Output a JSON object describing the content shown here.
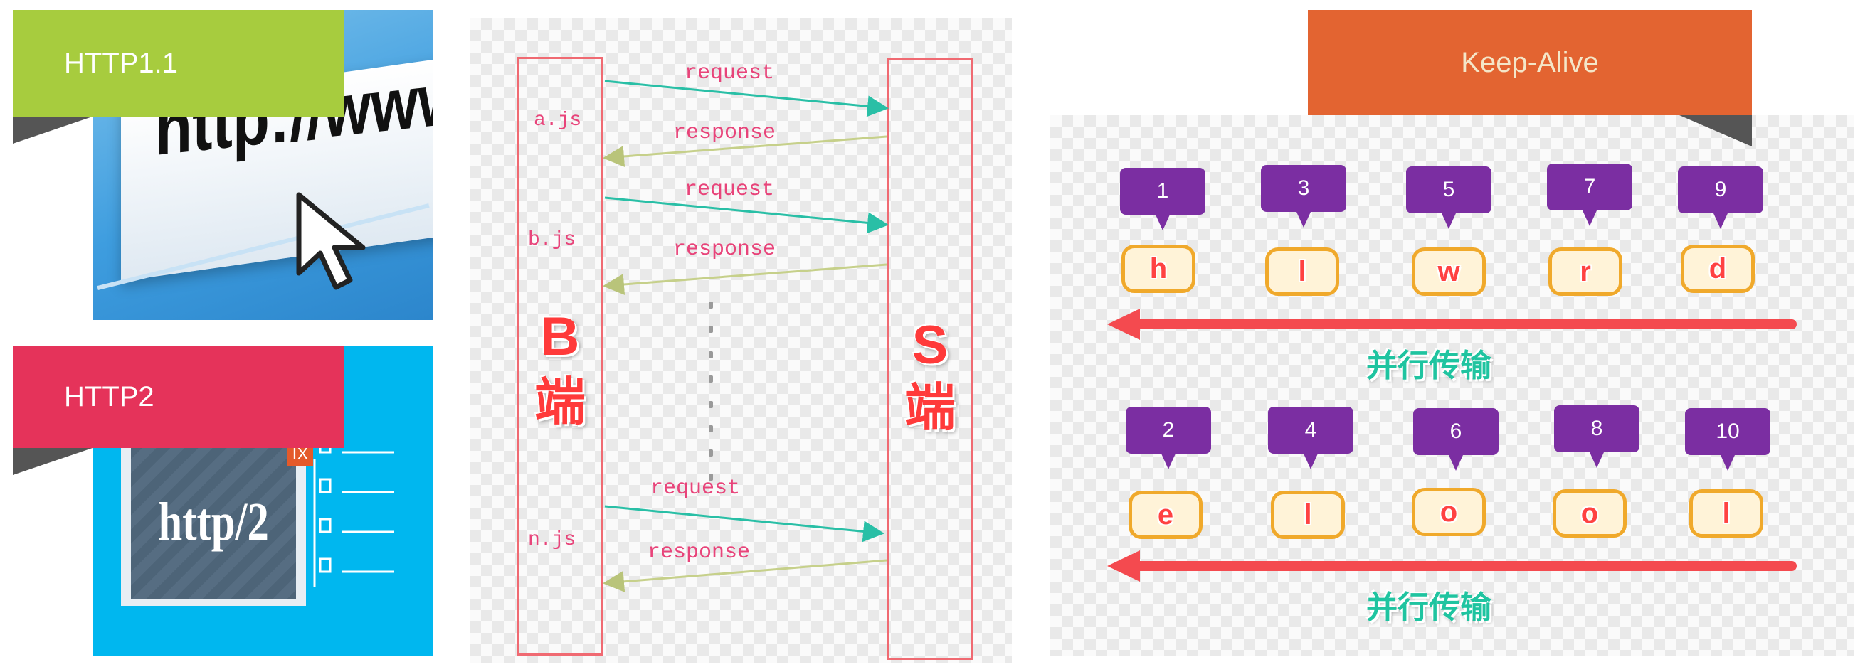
{
  "left_panels": {
    "http11": {
      "title": "HTTP1.1",
      "image_text": "http://www."
    },
    "http2": {
      "title": "HTTP2",
      "image_text": "http/2",
      "corner_badge": "IX"
    }
  },
  "sequence_diagram": {
    "browser_side": {
      "letter": "B",
      "label": "端"
    },
    "server_side": {
      "letter": "S",
      "label": "端"
    },
    "files": [
      "a.js",
      "b.js",
      "n.js"
    ],
    "request_label": "request",
    "response_label": "response",
    "colors": {
      "request_arrow": "#29bfa6",
      "response_arrow": "#c6d08a",
      "lifeline": "#f06a72"
    }
  },
  "keep_alive": {
    "title": "Keep-Alive",
    "row1": {
      "numbers": [
        "1",
        "3",
        "5",
        "7",
        "9"
      ],
      "letters": [
        "h",
        "l",
        "w",
        "r",
        "d"
      ],
      "label": "并行传输"
    },
    "row2": {
      "numbers": [
        "2",
        "4",
        "6",
        "8",
        "10"
      ],
      "letters": [
        "e",
        "l",
        "o",
        "o",
        "l"
      ],
      "label": "并行传输"
    },
    "colors": {
      "tag": "#7b2ea2",
      "box_border": "#f0a92b",
      "arrow": "#f44a4f",
      "label": "#1fc4a0"
    }
  },
  "colors": {
    "http11_banner": "#a7cc3e",
    "http2_banner": "#e5335a",
    "keep_alive_banner": "#e36431"
  }
}
